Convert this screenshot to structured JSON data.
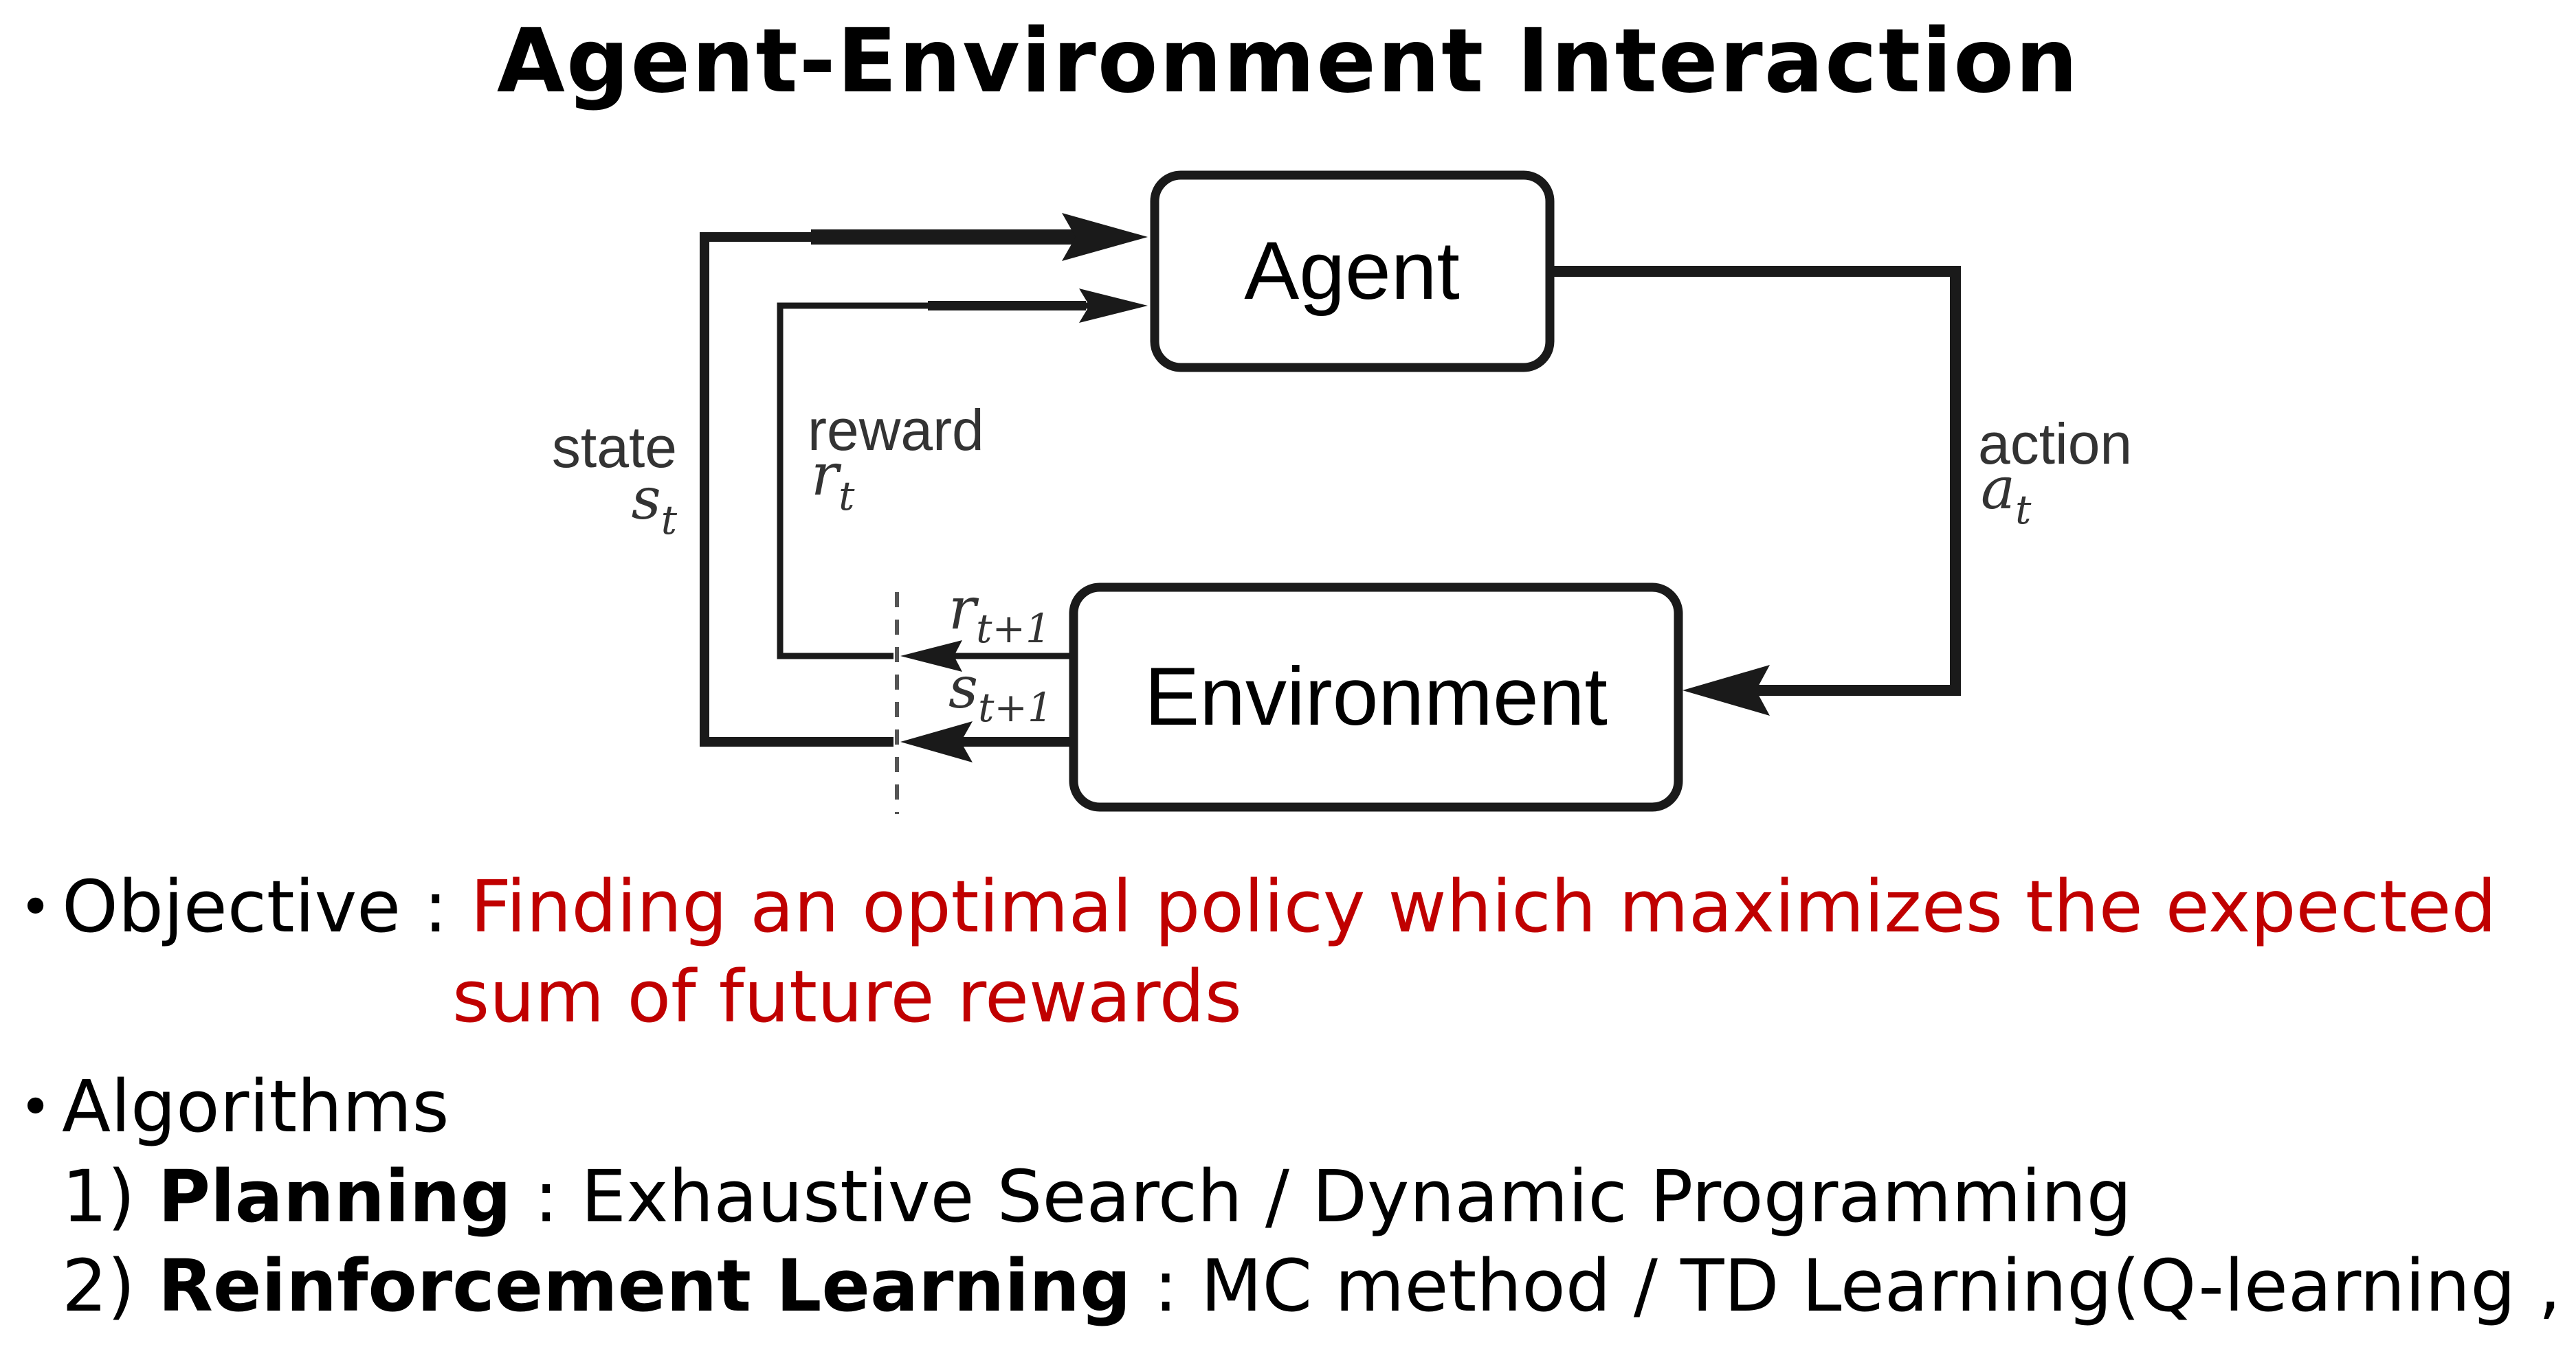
{
  "title": "Agent-Environment Interaction",
  "diagram": {
    "agent_label": "Agent",
    "environment_label": "Environment",
    "state_label": "state",
    "state_symbol": "s",
    "state_sub": "t",
    "reward_label": "reward",
    "reward_symbol": "r",
    "reward_sub": "t",
    "action_label": "action",
    "action_symbol": "a",
    "action_sub": "t",
    "next_reward_symbol": "r",
    "next_reward_sub": "t+1",
    "next_state_symbol": "s",
    "next_state_sub": "t+1"
  },
  "objective": {
    "label": "Objective : ",
    "text_line1": "Finding an optimal policy which maximizes the expected",
    "text_line2": "sum of future rewards"
  },
  "algorithms": {
    "label": "Algorithms",
    "items": [
      {
        "number": "1) ",
        "name": "Planning",
        "separator": " : ",
        "description": "Exhaustive Search / Dynamic Programming"
      },
      {
        "number": "2) ",
        "name": "Reinforcement Learning",
        "separator": " : ",
        "description": "MC method / TD Learning(Q-learning , ...)"
      }
    ]
  },
  "colors": {
    "objective_text": "#c00000",
    "diagram_line": "#1a1a1a"
  }
}
